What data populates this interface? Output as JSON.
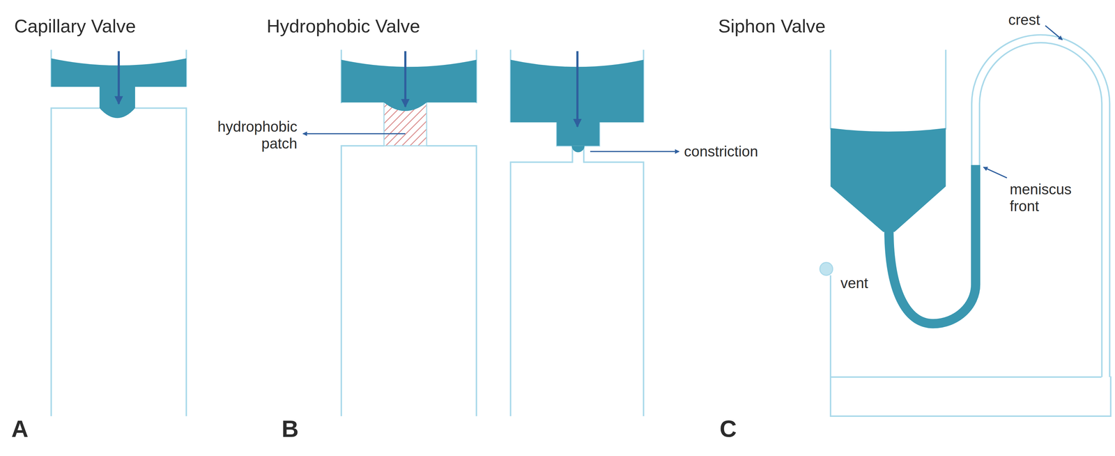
{
  "diagram": {
    "labels": [
      "Capillary Valve",
      "Hydrophobic Valve",
      "Siphon Valve",
      "hydrophobic patch",
      "constriction",
      "crest",
      "meniscus front",
      "vent",
      "A",
      "B",
      "C"
    ]
  }
}
